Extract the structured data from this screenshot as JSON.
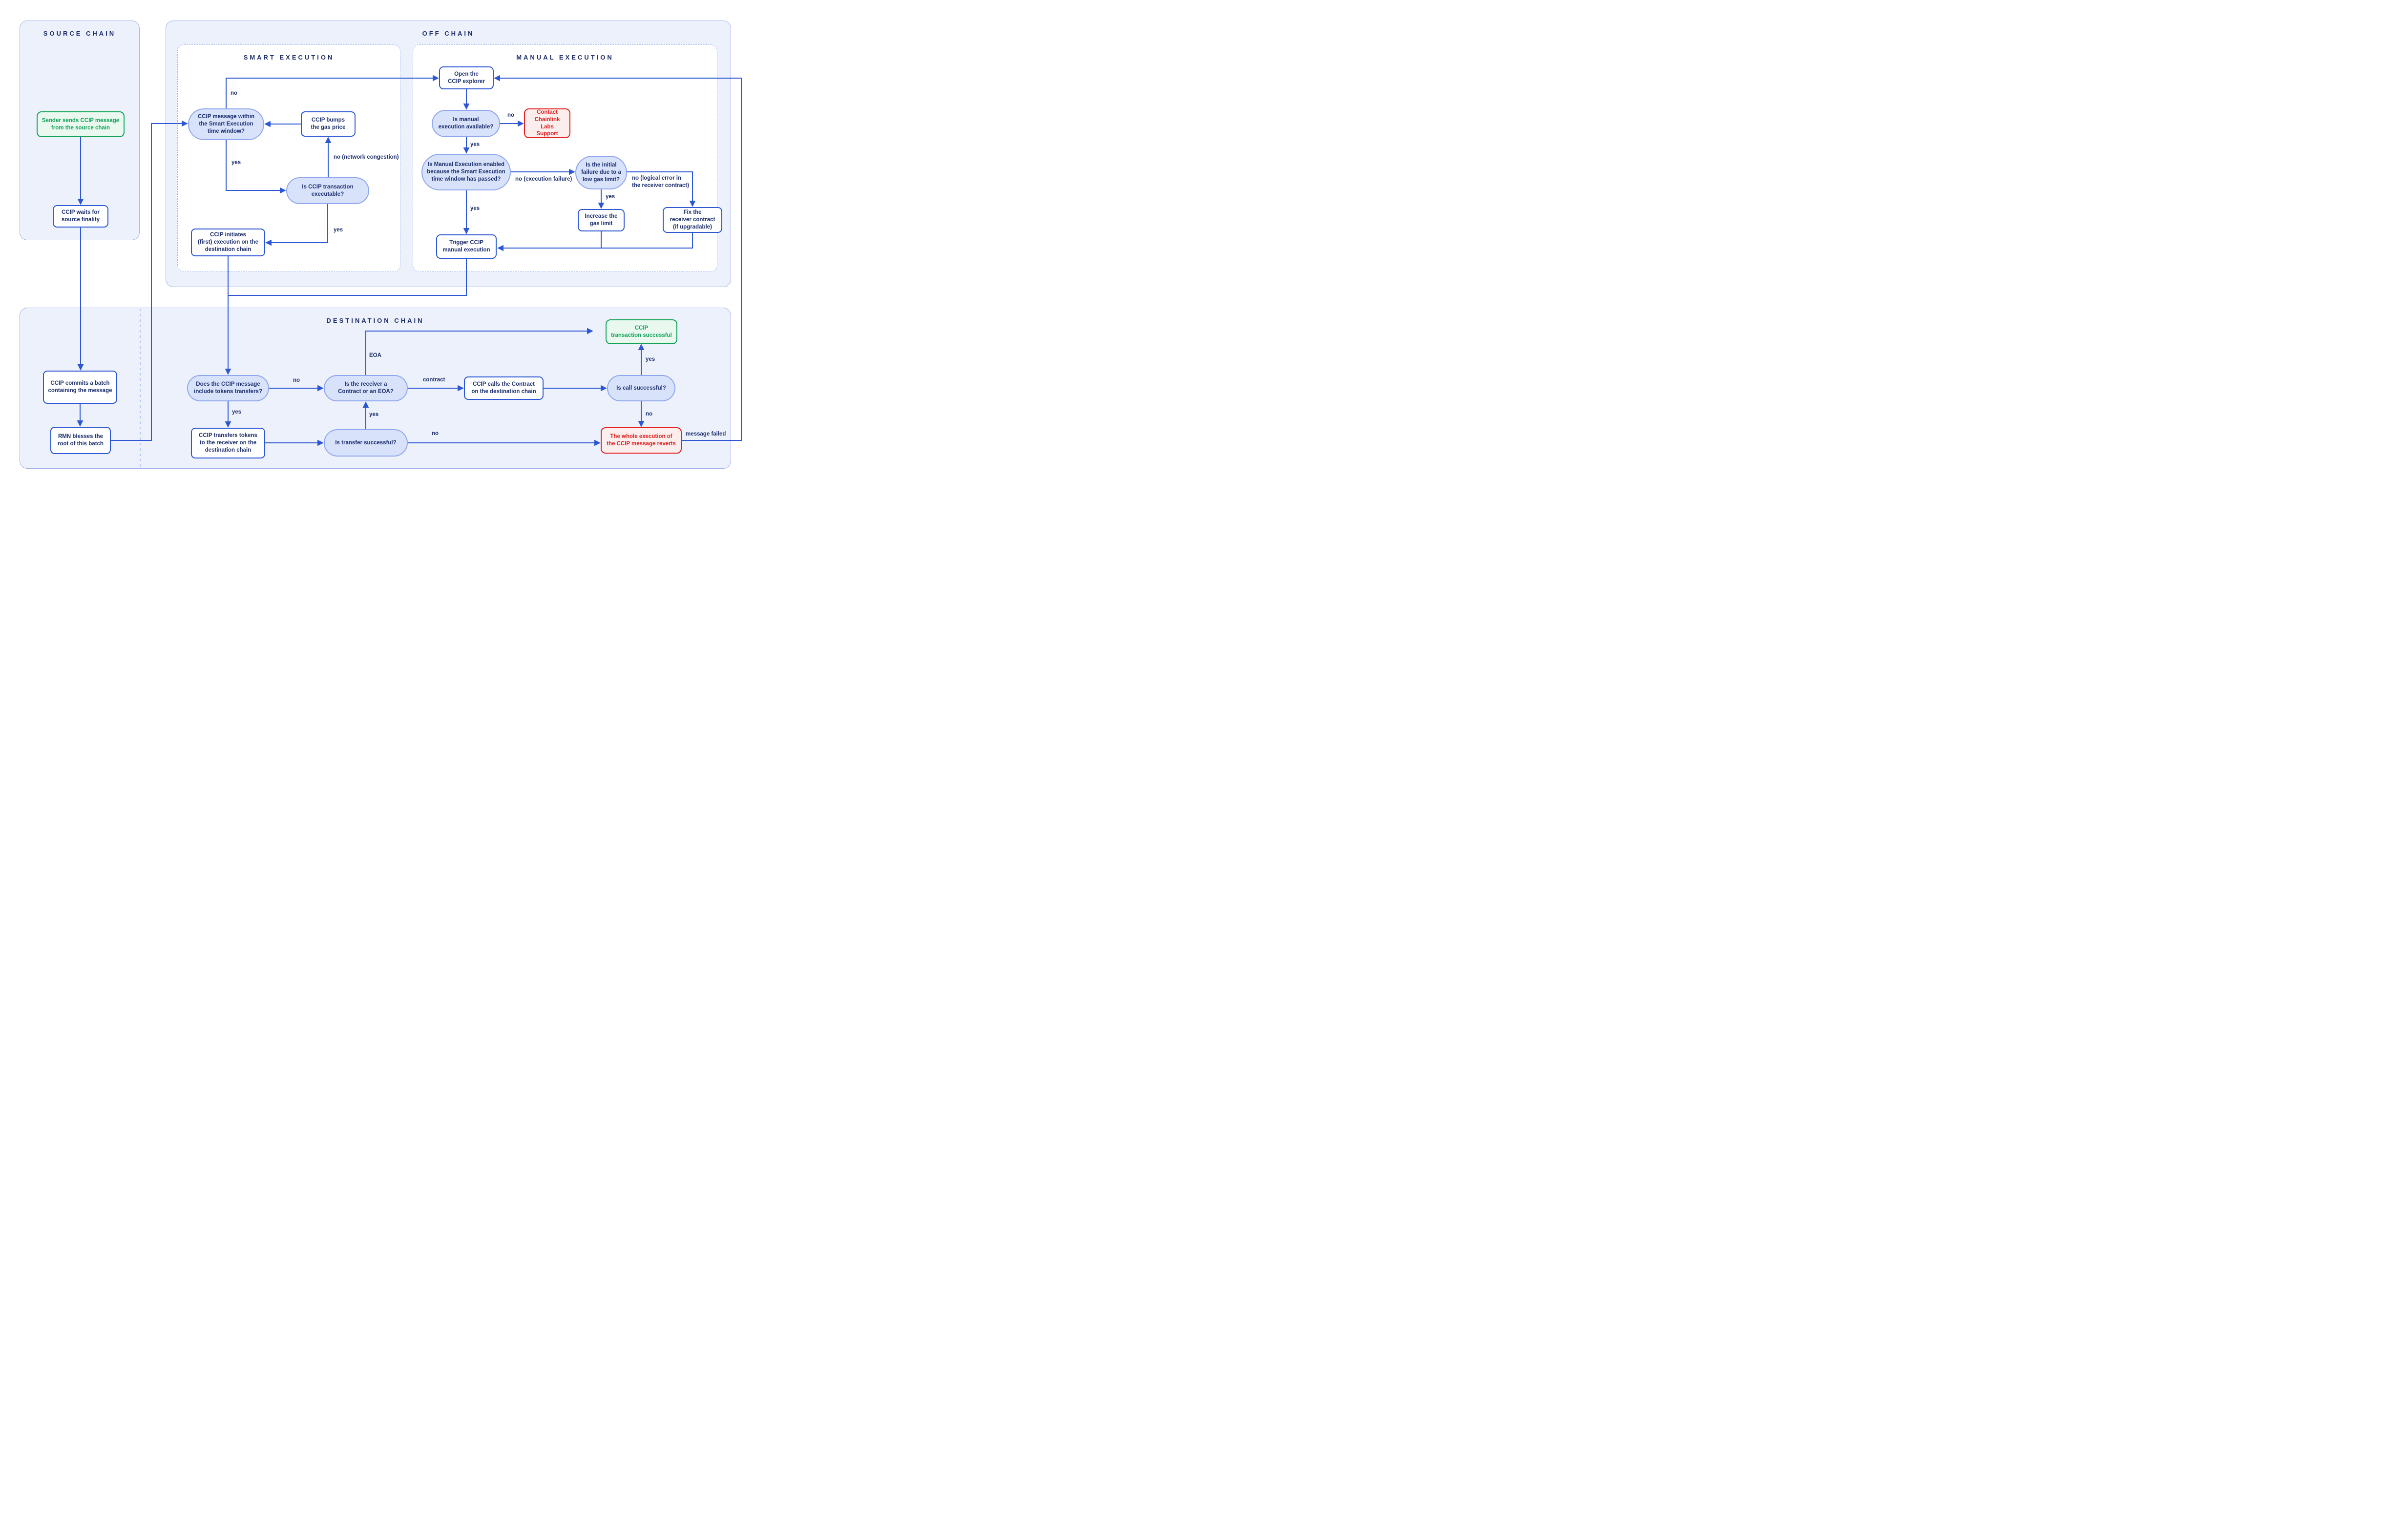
{
  "diagram": {
    "panels": {
      "source": {
        "title": "SOURCE CHAIN"
      },
      "offchain": {
        "title": "OFF CHAIN"
      },
      "smart": {
        "title": "SMART EXECUTION"
      },
      "manual": {
        "title": "MANUAL EXECUTION"
      },
      "destination": {
        "title": "DESTINATION CHAIN"
      }
    },
    "nodes": {
      "sender": {
        "kind": "start-success",
        "text": "Sender sends CCIP message\nfrom the source chain"
      },
      "waits": {
        "kind": "process",
        "text": "CCIP waits for\nsource finality"
      },
      "commits": {
        "kind": "process",
        "text": "CCIP commits a batch\ncontaining the message"
      },
      "rmn": {
        "kind": "process",
        "text": "RMN blesses the\nroot of this batch"
      },
      "within_window": {
        "kind": "decision",
        "text": "CCIP message within\nthe Smart Execution\ntime window?"
      },
      "bumps_gas": {
        "kind": "process",
        "text": "CCIP bumps\nthe gas price"
      },
      "executable": {
        "kind": "decision",
        "text": "Is CCIP transaction\nexecutable?"
      },
      "initiates": {
        "kind": "process",
        "text": "CCIP initiates\n(first) execution on the\ndestination chain"
      },
      "open_explorer": {
        "kind": "process",
        "text": "Open the\nCCIP explorer"
      },
      "manual_available": {
        "kind": "decision",
        "text": "Is manual\nexecution available?"
      },
      "contact_support": {
        "kind": "error",
        "text": "Contact\nChainlink Labs\nSupport"
      },
      "manual_enabled": {
        "kind": "decision",
        "text": "Is Manual Execution enabled\nbecause the Smart Execution\ntime window has passed?"
      },
      "initial_failure": {
        "kind": "decision",
        "text": "Is the initial\nfailure due to a\nlow gas limit?"
      },
      "increase_gas": {
        "kind": "process",
        "text": "Increase the\ngas limit"
      },
      "fix_receiver": {
        "kind": "process",
        "text": "Fix the\nreceiver contract\n(if upgradable)"
      },
      "trigger_manual": {
        "kind": "process",
        "text": "Trigger CCIP\nmanual execution"
      },
      "includes_tokens": {
        "kind": "decision",
        "text": "Does the CCIP message\ninclude tokens transfers?"
      },
      "transfers_tokens": {
        "kind": "process",
        "text": "CCIP transfers tokens\nto the receiver on the\ndestination chain"
      },
      "receiver_type": {
        "kind": "decision",
        "text": "Is the receiver a\nContract or an EOA?"
      },
      "transfer_ok": {
        "kind": "decision",
        "text": "Is transfer successful?"
      },
      "calls_contract": {
        "kind": "process",
        "text": "CCIP calls the Contract\non the destination chain"
      },
      "call_ok": {
        "kind": "decision",
        "text": "Is call successful?"
      },
      "tx_success": {
        "kind": "success",
        "text": "CCIP\ntransaction successful"
      },
      "reverts": {
        "kind": "error",
        "text": "The whole execution of\nthe CCIP message reverts"
      }
    },
    "edge_labels": {
      "window_no": "no",
      "window_yes": "yes",
      "congestion_no": "no (network congestion)",
      "executable_yes": "yes",
      "available_no": "no",
      "available_yes": "yes",
      "exec_failure_no": "no (execution failure)",
      "logical_error_no": "no (logical error in\nthe receiver contract)",
      "low_gas_yes": "yes",
      "enabled_yes": "yes",
      "tokens_no": "no",
      "tokens_yes": "yes",
      "eoa": "EOA",
      "contract": "contract",
      "transfer_yes": "yes",
      "transfer_no": "no",
      "call_yes": "yes",
      "call_no": "no",
      "message_failed": "message failed"
    },
    "colors": {
      "panel_fill": "#edf1fb",
      "panel_border": "#a3b2e8",
      "subpanel_border": "#9fb4ee",
      "flow_line": "#2d57d3",
      "process_border": "#2d57d3",
      "decision_fill": "#d8e2fa",
      "decision_border": "#8fa7ee",
      "text_navy": "#1d2f6d",
      "success_border": "#12a357",
      "success_fill": "#e9f9f0",
      "error_border": "#e12121",
      "error_fill": "#fdeeee"
    }
  }
}
